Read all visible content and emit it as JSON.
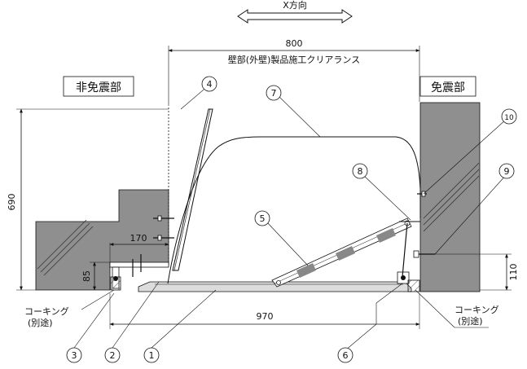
{
  "direction_label": "X方向",
  "dims": {
    "top_width": "800",
    "top_caption": "壁部(外壁)製品施工クリアランス",
    "left_height": "690",
    "step_width": "170",
    "floor_height": "85",
    "bottom_width": "970",
    "right_height": "110"
  },
  "zones": {
    "left": "非免震部",
    "right": "免震部"
  },
  "caulking_left": {
    "line1": "コーキング",
    "line2": "(別途)"
  },
  "caulking_right": {
    "line1": "コーキング",
    "line2": "(別途)"
  },
  "callouts": [
    "1",
    "2",
    "3",
    "4",
    "5",
    "6",
    "7",
    "8",
    "9",
    "10"
  ],
  "colors": {
    "concrete": "#8f8f8f",
    "concrete_dark": "#7a7a7a",
    "line": "#111111",
    "panel": "#dcdcdc"
  }
}
